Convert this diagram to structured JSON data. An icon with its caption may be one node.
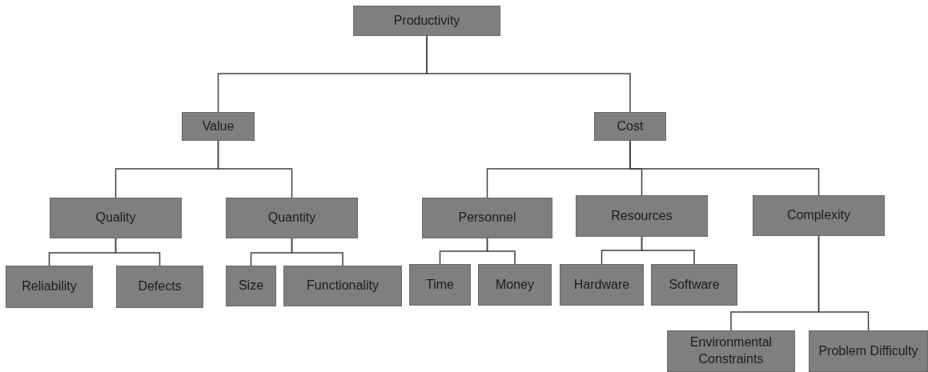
{
  "diagram": {
    "nodes": [
      {
        "text": [
          "Productivity"
        ]
      },
      {
        "text": [
          "Value"
        ]
      },
      {
        "text": [
          "Cost"
        ]
      },
      {
        "text": [
          "Quality"
        ]
      },
      {
        "text": [
          "Quantity"
        ]
      },
      {
        "text": [
          "Personnel"
        ]
      },
      {
        "text": [
          "Resources"
        ]
      },
      {
        "text": [
          "Complexity"
        ]
      },
      {
        "text": [
          "Reliability"
        ]
      },
      {
        "text": [
          "Defects"
        ]
      },
      {
        "text": [
          "Size"
        ]
      },
      {
        "text": [
          "Functionality"
        ]
      },
      {
        "text": [
          "Time"
        ]
      },
      {
        "text": [
          "Money"
        ]
      },
      {
        "text": [
          "Hardware"
        ]
      },
      {
        "text": [
          "Software"
        ]
      },
      {
        "text": [
          "Environmental Constraints"
        ]
      },
      {
        "text": [
          "Problem Difficulty"
        ]
      }
    ],
    "edges": [
      {
        "from": 0,
        "to": 1,
        "arrow": "none"
      },
      {
        "from": 0,
        "to": 2,
        "arrow": "none"
      },
      {
        "from": 1,
        "to": 3,
        "arrow": "none"
      },
      {
        "from": 1,
        "to": 4,
        "arrow": "none"
      },
      {
        "from": 2,
        "to": 5,
        "arrow": "none"
      },
      {
        "from": 2,
        "to": 6,
        "arrow": "none"
      },
      {
        "from": 2,
        "to": 7,
        "arrow": "none"
      },
      {
        "from": 3,
        "to": 8,
        "arrow": "none"
      },
      {
        "from": 3,
        "to": 9,
        "arrow": "none"
      },
      {
        "from": 4,
        "to": 10,
        "arrow": "none"
      },
      {
        "from": 4,
        "to": 11,
        "arrow": "none"
      },
      {
        "from": 5,
        "to": 12,
        "arrow": "none"
      },
      {
        "from": 5,
        "to": 13,
        "arrow": "none"
      },
      {
        "from": 6,
        "to": 14,
        "arrow": "none"
      },
      {
        "from": 6,
        "to": 15,
        "arrow": "none"
      },
      {
        "from": 7,
        "to": 16,
        "arrow": "none"
      },
      {
        "from": 7,
        "to": 17,
        "arrow": "none"
      }
    ]
  }
}
